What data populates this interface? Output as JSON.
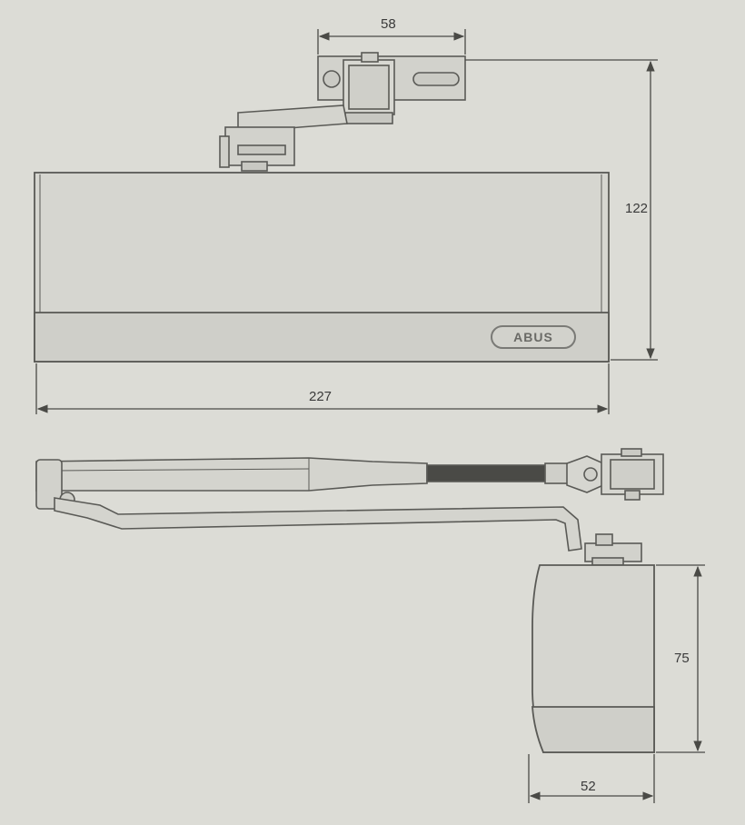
{
  "dimensions": {
    "bracket_width": "58",
    "total_height": "122",
    "body_length": "227",
    "side_height": "75",
    "side_depth": "52"
  },
  "brand": {
    "logo_text": "ABUS"
  },
  "colors": {
    "background": "#dcdcd6",
    "line": "#5a5a56",
    "body_fill": "#d6d6d0",
    "body_band": "#cfcfc9",
    "rod_dark": "#4a4a46"
  }
}
